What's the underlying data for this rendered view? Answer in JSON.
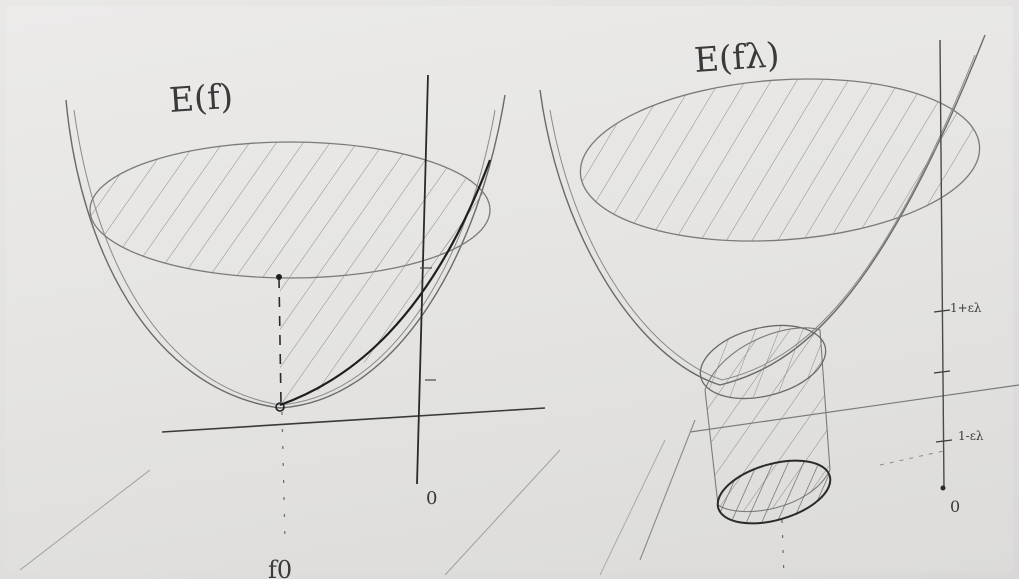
{
  "left_sketch": {
    "title": "E(f)",
    "zero_label": "0",
    "min_label": "f0"
  },
  "right_sketch": {
    "title": "E(fλ)",
    "tick_upper": "1+ελ",
    "tick_lower": "1-ελ",
    "zero_label": "0"
  }
}
